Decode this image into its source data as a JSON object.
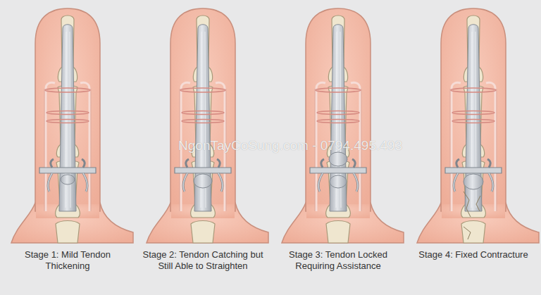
{
  "diagram": {
    "labels": [
      "Stage 1: Mild Tendon Thickening",
      "Stage 2: Tendon Catching but Still Able to Straighten",
      "Stage 3: Tendon Locked Requiring Assistance",
      "Stage 4: Fixed Contracture",
      "NgonTayCoSung.com - 0794.495.493"
    ]
  }
}
